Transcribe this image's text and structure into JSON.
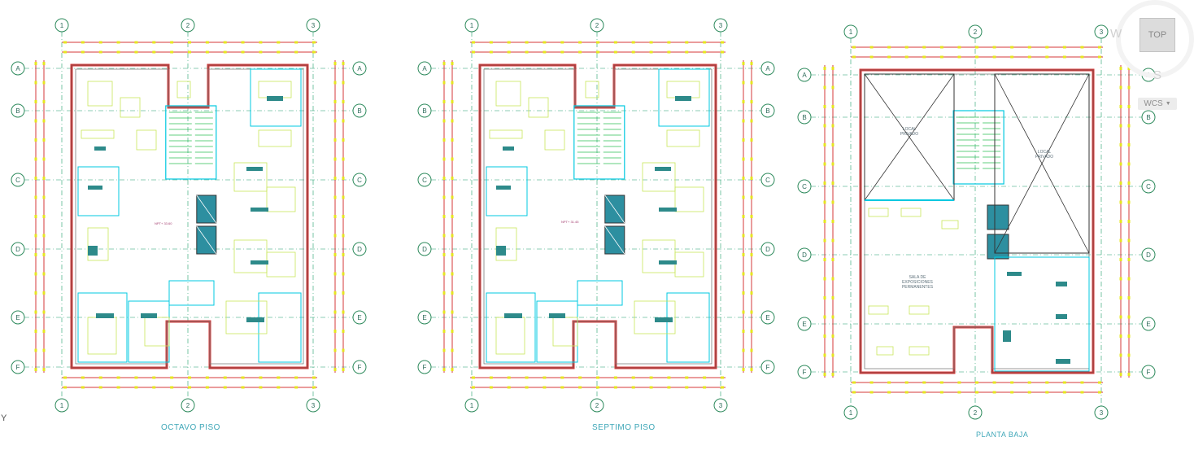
{
  "plans": [
    {
      "id": "octavo",
      "title": "OCTAVO PISO",
      "level": "NPT+ 33.60",
      "grid_cols": [
        "1",
        "2",
        "3"
      ],
      "grid_rows": [
        "A",
        "B",
        "C",
        "D",
        "E",
        "F"
      ],
      "rooms": []
    },
    {
      "id": "septimo",
      "title": "SEPTIMO PISO",
      "level": "NPT+ 31.45",
      "grid_cols": [
        "1",
        "2",
        "3"
      ],
      "grid_rows": [
        "A",
        "B",
        "C",
        "D",
        "E",
        "F"
      ],
      "rooms": []
    },
    {
      "id": "planta-baja",
      "title": "PLANTA BAJA",
      "level": "",
      "grid_cols": [
        "1",
        "2",
        "3"
      ],
      "grid_rows": [
        "A",
        "B",
        "C",
        "D",
        "E",
        "F"
      ],
      "rooms": [
        "LOCAL PRIVADO",
        "LOCAL PRIVADO",
        "SALA DE EXPOSICIONES PERMANENTES"
      ]
    }
  ],
  "viewcube": {
    "face": "TOP",
    "west": "W",
    "south": "S"
  },
  "ucs": {
    "label": "WCS",
    "axis": "Y"
  },
  "colors": {
    "grid": "#1f9e6a",
    "dim": "#d43a3a",
    "wall": "#d43a3a",
    "inner": "#00c8e0",
    "furn": "#c9e65a",
    "title": "#3fa7b8"
  }
}
